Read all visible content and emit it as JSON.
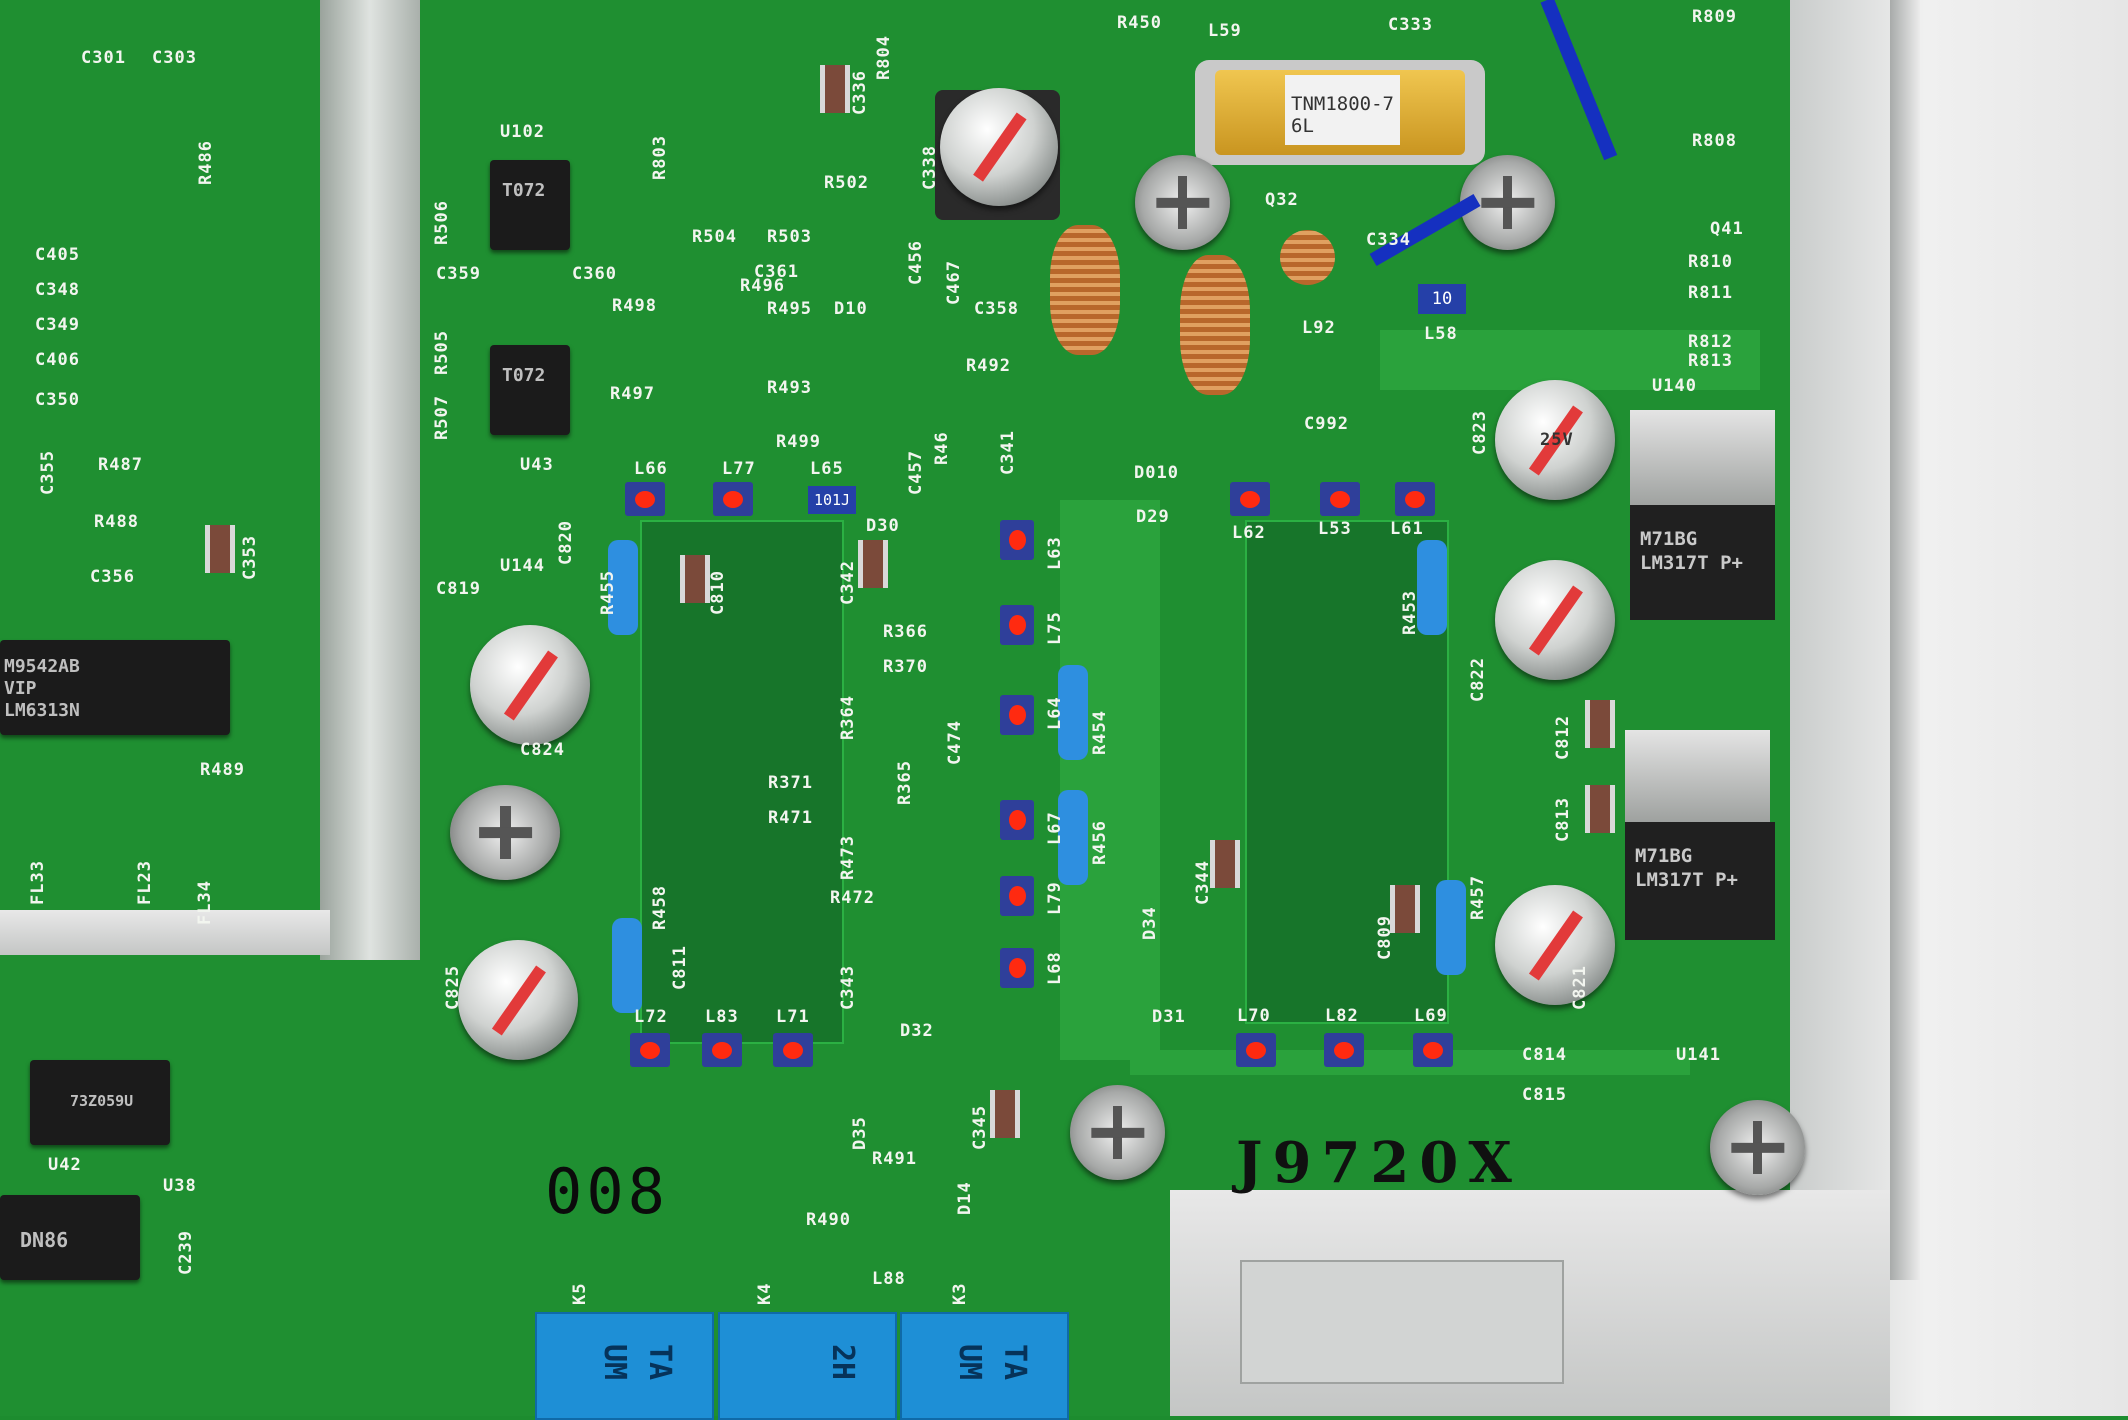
{
  "board": {
    "marking": "J9720X",
    "number": "008",
    "rf_transistor": {
      "line1": "TNM1800-7",
      "line2": "6L"
    },
    "opamp_marking": "T072",
    "ic_left": {
      "line1": "M9542AB",
      "line2": "VIP",
      "line3": "LM6313N"
    },
    "ic_bottom": "73Z059U",
    "ic_bottom2": "DN86",
    "regulators": [
      {
        "line1": "M71BG",
        "line2": "LM317T P+"
      },
      {
        "line1": "M71BG",
        "line2": "LM317T P+"
      }
    ],
    "inductor_marking": "101J",
    "capacitor_marking": "25V",
    "l58_value": "10",
    "relays": [
      "UM",
      "TA",
      "2H",
      "UM"
    ]
  },
  "labels": [
    "C301",
    "C303",
    "R486",
    "C405",
    "C348",
    "C349",
    "C406",
    "C350",
    "R487",
    "R488",
    "C356",
    "R489",
    "U102",
    "R502",
    "R504",
    "R503",
    "C359",
    "C360",
    "C361",
    "R496",
    "R498",
    "R495",
    "D10",
    "C358",
    "R497",
    "R493",
    "R492",
    "R499",
    "Q32",
    "C334",
    "L92",
    "L58",
    "C333",
    "R450",
    "L59",
    "R809",
    "R808",
    "Q41",
    "R810",
    "R811",
    "R812",
    "R813",
    "U140",
    "C992",
    "D010",
    "D29",
    "L66",
    "L77",
    "L65",
    "D30",
    "L62",
    "L53",
    "L61",
    "C819",
    "R366",
    "R370",
    "R371",
    "R471",
    "R472",
    "C824",
    "D32",
    "D31",
    "L72",
    "L83",
    "L71",
    "L70",
    "L82",
    "L69",
    "C814",
    "C815",
    "U141",
    "U42",
    "U38",
    "R491",
    "R490",
    "L88",
    "U43",
    "U144"
  ],
  "rotated_labels": [
    "C338",
    "C336",
    "R804",
    "R803",
    "R506",
    "R505",
    "R507",
    "C456",
    "C467",
    "C457",
    "R46",
    "C341",
    "L63",
    "L75",
    "L64",
    "R454",
    "L67",
    "R456",
    "L79",
    "L68",
    "D34",
    "C344",
    "C809",
    "R457",
    "R458",
    "C811",
    "C825",
    "C343",
    "C342",
    "C810",
    "R455",
    "R453",
    "C822",
    "C812",
    "C813",
    "C821",
    "C474",
    "R364",
    "R473",
    "R365",
    "C345",
    "D35",
    "D14",
    "K5",
    "K4",
    "K3",
    "C239",
    "FL33",
    "FL23",
    "FL34",
    "C355",
    "C353",
    "C823",
    "C820"
  ]
}
